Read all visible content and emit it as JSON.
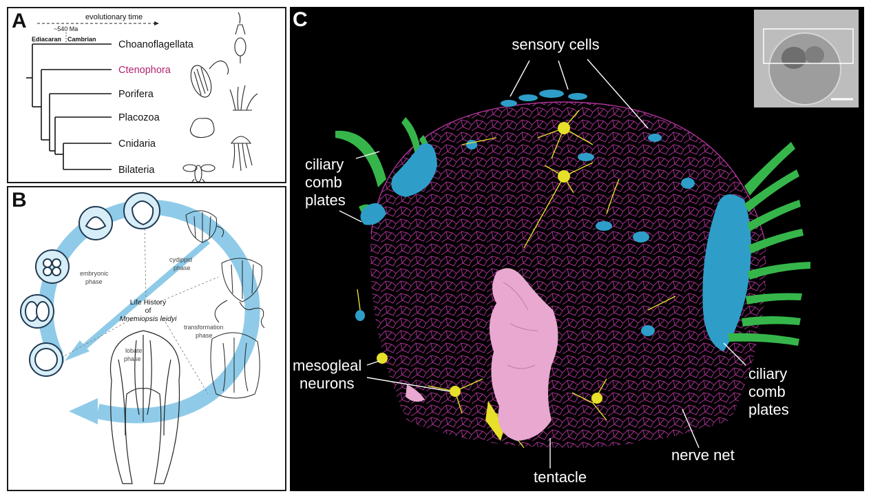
{
  "panelA": {
    "letter": "A",
    "time_label": "evolutionary time",
    "ma_label": "~540 Ma",
    "era_left": "Ediacaran",
    "era_right": "Cambrian",
    "taxa": [
      {
        "name": "Choanoflagellata",
        "color": "#111111"
      },
      {
        "name": "Ctenophora",
        "color": "#b0246c"
      },
      {
        "name": "Porifera",
        "color": "#111111"
      },
      {
        "name": "Placozoa",
        "color": "#111111"
      },
      {
        "name": "Cnidaria",
        "color": "#111111"
      },
      {
        "name": "Bilateria",
        "color": "#111111"
      }
    ]
  },
  "panelB": {
    "letter": "B",
    "embryonic": [
      "embryonic",
      "phase"
    ],
    "cydippid": [
      "cydippid",
      "phase"
    ],
    "transformation": [
      "transformation",
      "phase"
    ],
    "lobate": [
      "lobate",
      "phase"
    ],
    "center_line1": "Life History",
    "center_line2": "of",
    "center_line3": "Mnemiopsis leidyi",
    "cycle_color": "#8fcbe8"
  },
  "panelC": {
    "letter": "C",
    "sensory_cells": "sensory cells",
    "ciliary_left": [
      "ciliary",
      "comb",
      "plates"
    ],
    "ciliary_right": [
      "ciliary",
      "comb",
      "plates"
    ],
    "mesogleal": [
      "mesogleal",
      "neurons"
    ],
    "tentacle": "tentacle",
    "nerve_net": "nerve net",
    "colors": {
      "nerve_net": "#b0339a",
      "comb_plates": "#36b64a",
      "cilia_cells": "#2e9ec9",
      "neurons": "#e6e02a",
      "tentacle": "#e8a8d0"
    }
  }
}
